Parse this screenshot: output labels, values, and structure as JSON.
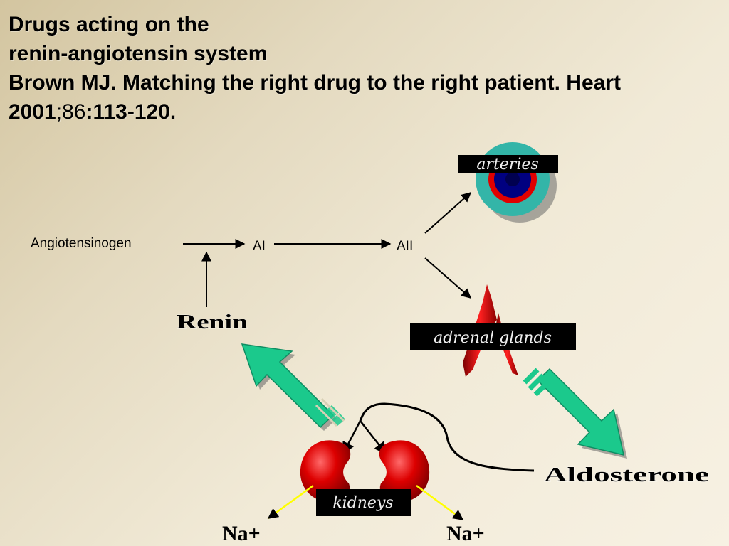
{
  "title": {
    "line1": "Drugs acting on the",
    "line2": "renin-angiotensin system",
    "line3": "Brown MJ. Matching the right drug to the right patient. Heart",
    "line4_year": "2001",
    "line4_sep": ";",
    "line4_vol": "86",
    "line4_pages": ":113-120."
  },
  "diagram": {
    "angiotensinogen": "Angiotensinogen",
    "ai": "AI",
    "aii": "AII",
    "renin": "Renin",
    "aldosterone": "Aldosterone",
    "arteries": "arteries",
    "adrenal_glands": "adrenal glands",
    "kidneys": "kidneys",
    "na_left": "Na+",
    "na_right": "Na+"
  },
  "colors": {
    "arrow_fill": "#1bc98c",
    "organ_red": "#cc0000",
    "artery_teal": "#33b5a8",
    "artery_inner": "#000080",
    "label_box": "#000000",
    "na_arrow": "#ffff00"
  }
}
